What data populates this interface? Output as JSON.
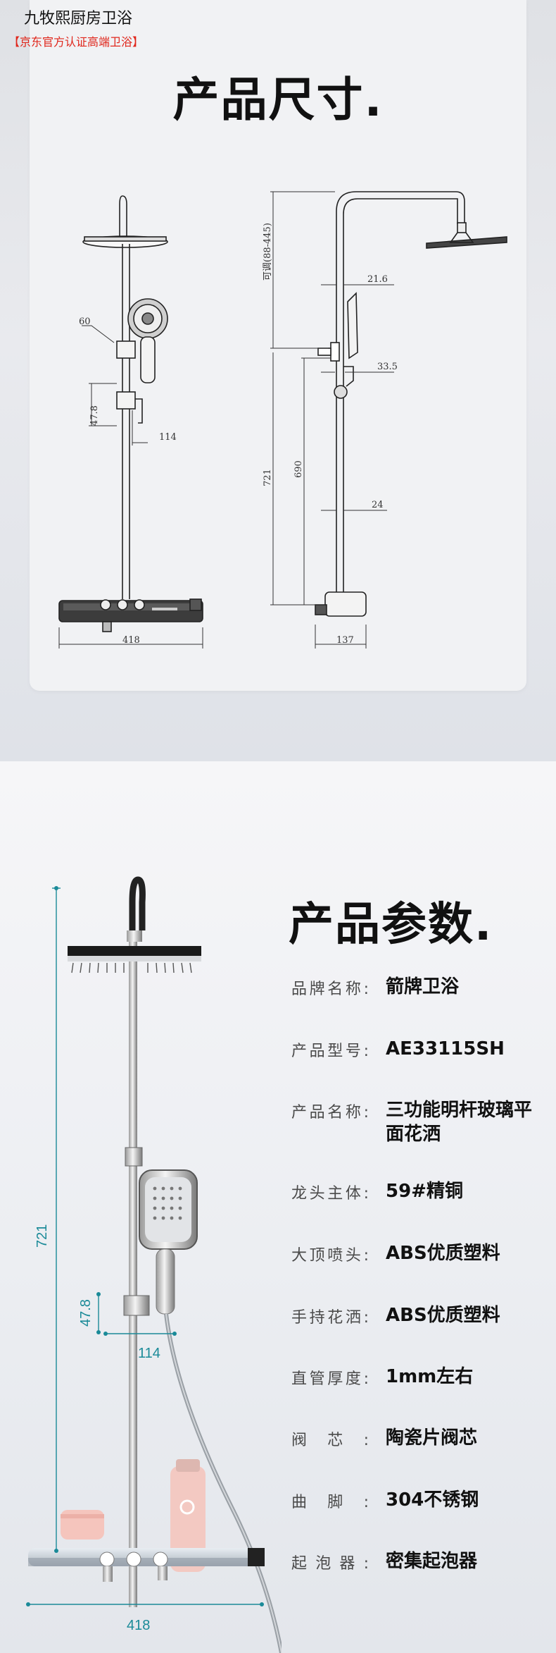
{
  "store": {
    "name": "九牧熙厨房卫浴",
    "badge": "【京东官方认证高端卫浴】"
  },
  "dimensions": {
    "title": "产品尺寸.",
    "front": {
      "label_60": "60",
      "label_47_8": "47.8",
      "label_114": "114",
      "label_418": "418"
    },
    "side": {
      "label_adjustable": "可调(88-445)",
      "label_21_6": "21.6",
      "label_33_5": "33.5",
      "label_721": "721",
      "label_690": "690",
      "label_24": "24",
      "label_137": "137"
    }
  },
  "params": {
    "title": "产品参数.",
    "rows": [
      {
        "label": "品牌名称:",
        "value": "箭牌卫浴"
      },
      {
        "label": "产品型号:",
        "value": "AE33115SH"
      },
      {
        "label": "产品名称:",
        "value": "三功能明杆玻璃平面花洒"
      },
      {
        "label": "龙头主体:",
        "value": "59#精铜"
      },
      {
        "label": "大顶喷头:",
        "value": "ABS优质塑料"
      },
      {
        "label": "手持花洒:",
        "value": "ABS优质塑料"
      },
      {
        "label": "直管厚度:",
        "value": "1mm左右"
      },
      {
        "label": "阀芯:",
        "value": "陶瓷片阀芯"
      },
      {
        "label": "曲脚:",
        "value": "304不锈钢"
      },
      {
        "label": "起泡器:",
        "value": "密集起泡器"
      }
    ]
  },
  "photo_dims": {
    "label_721": "721",
    "label_47_8": "47.8",
    "label_114": "114",
    "label_418": "418"
  }
}
